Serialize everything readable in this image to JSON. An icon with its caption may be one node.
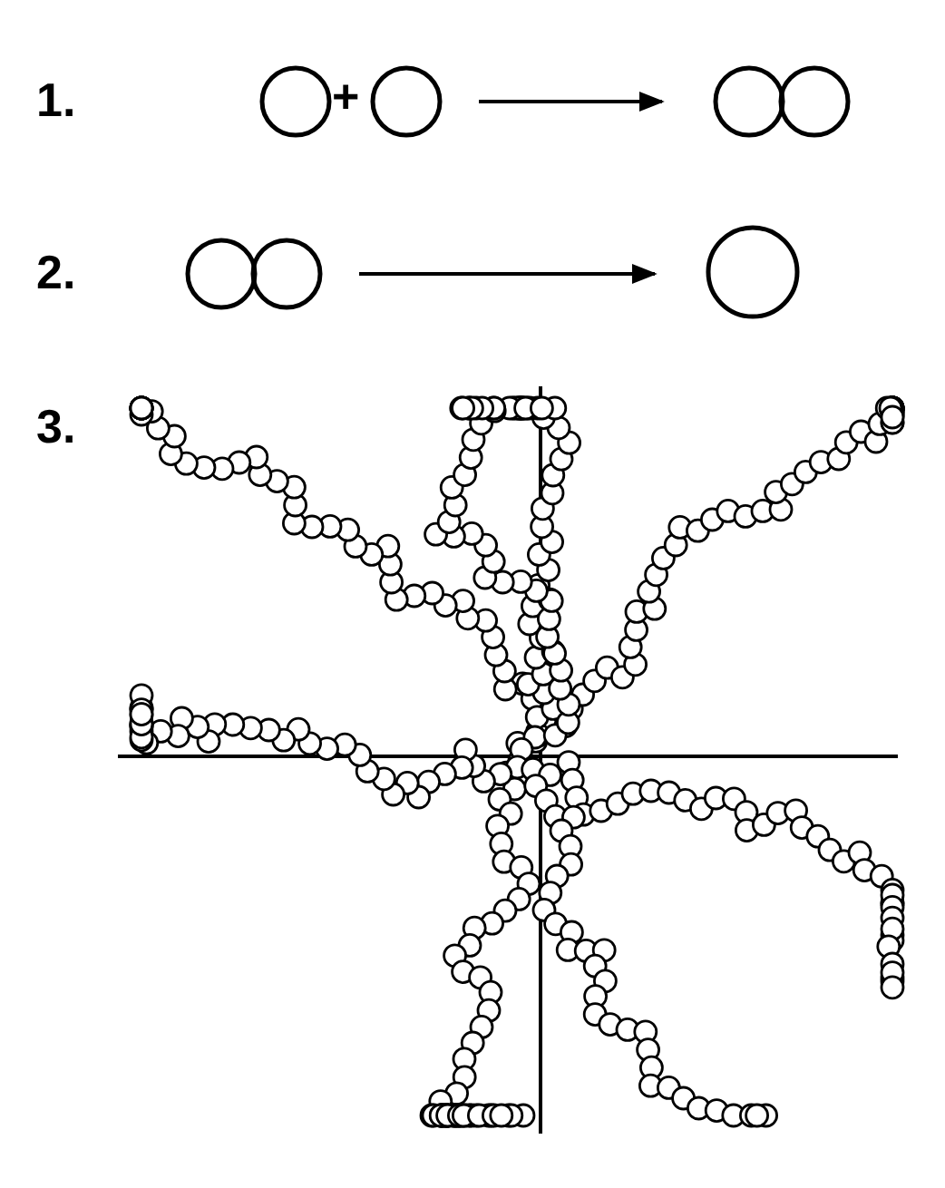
{
  "diagram": {
    "nodes": [
      {
        "text": [],
        "shape": "circle"
      },
      {
        "text": [],
        "shape": "circle"
      },
      {
        "text": [],
        "shape": "circle"
      },
      {
        "text": [],
        "shape": "circle"
      },
      {
        "text": [],
        "shape": "circle"
      },
      {
        "text": [],
        "shape": "picture"
      }
    ],
    "edges": [
      {
        "from": 1,
        "to": 2,
        "arrow": "to"
      },
      {
        "from": 3,
        "to": 4,
        "arrow": "to"
      }
    ],
    "labels": [
      "1.",
      "+",
      "2.",
      "3."
    ]
  }
}
